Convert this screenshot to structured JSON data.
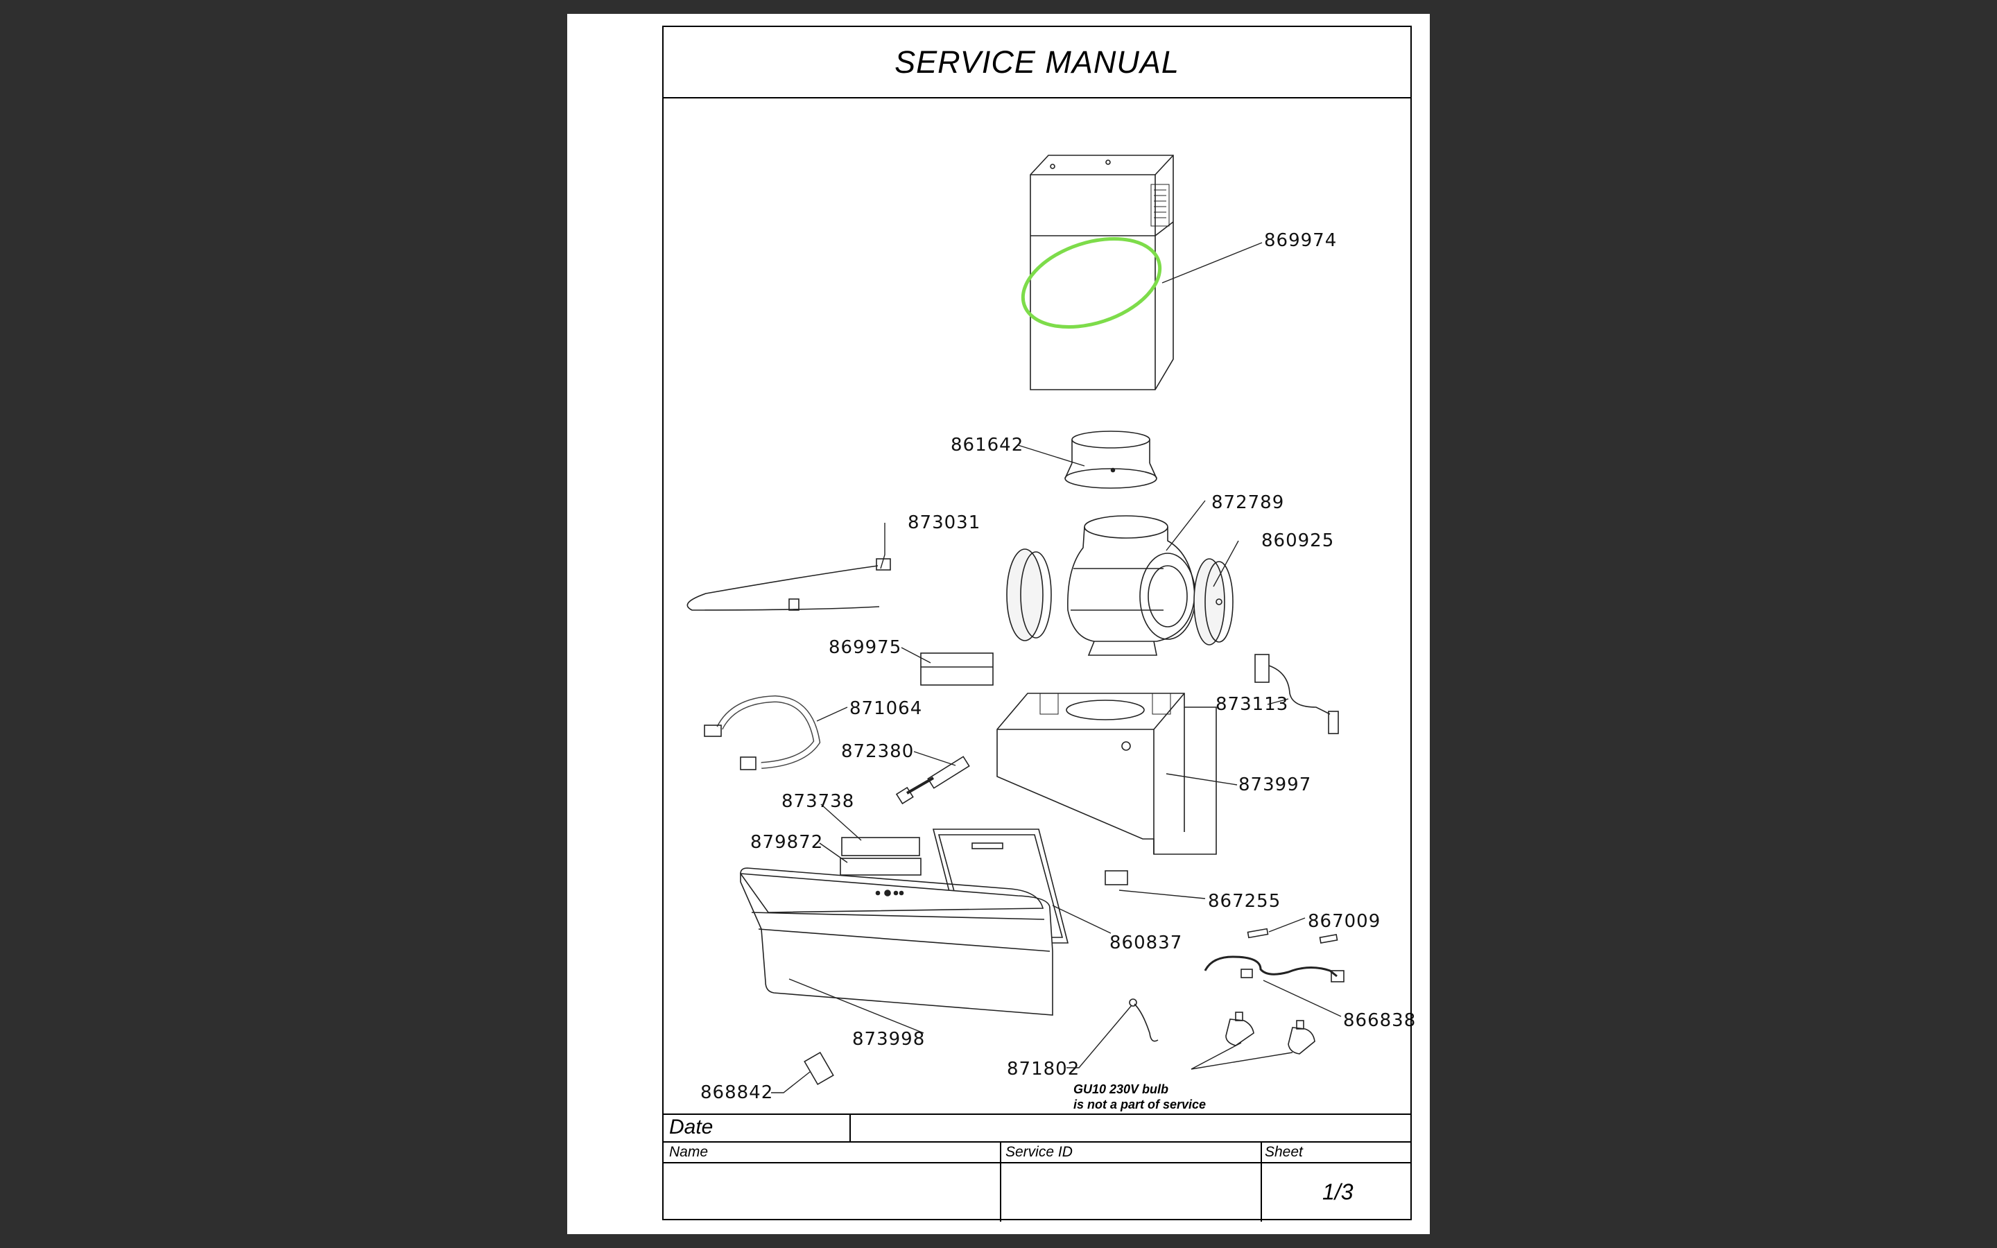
{
  "title": "SERVICE MANUAL",
  "parts": {
    "p869974": "869974",
    "p861642": "861642",
    "p872789": "872789",
    "p873031": "873031",
    "p860925": "860925",
    "p869975": "869975",
    "p873113": "873113",
    "p871064": "871064",
    "p872380": "872380",
    "p873997": "873997",
    "p873738": "873738",
    "p879872": "879872",
    "p867255": "867255",
    "p860837": "860837",
    "p867009": "867009",
    "p866838": "866838",
    "p873998": "873998",
    "p871802": "871802",
    "p868842": "868842"
  },
  "note": {
    "line1": "GU10 230V bulb",
    "line2": "is not a part of service"
  },
  "title_block": {
    "date_label": "Date",
    "name_label": "Name",
    "service_id_label": "Service ID",
    "sheet_label": "Sheet",
    "sheet_value": "1/3"
  },
  "highlight_color": "#7ddc4a"
}
